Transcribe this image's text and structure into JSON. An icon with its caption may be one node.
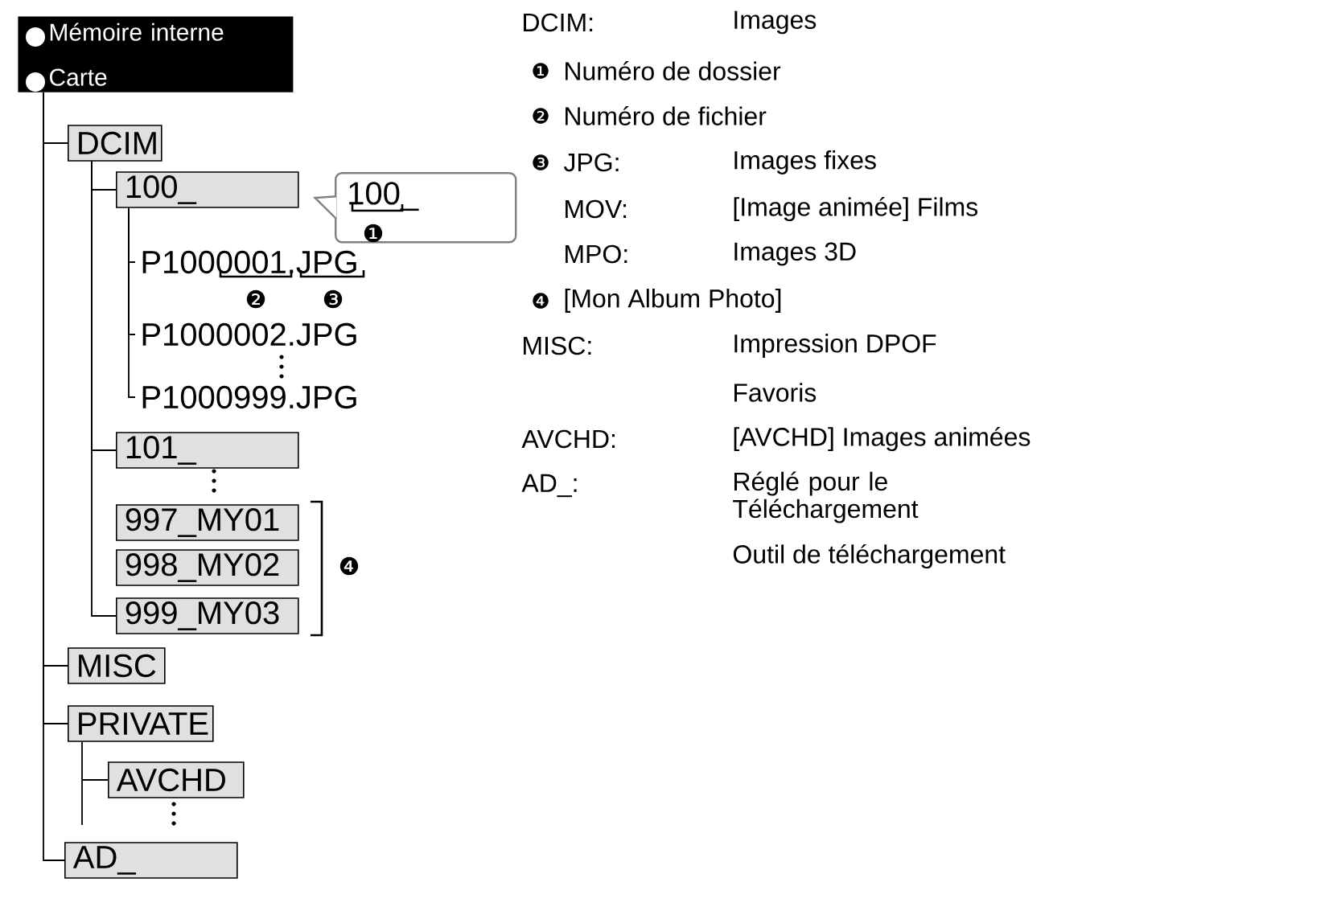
{
  "diagram": {
    "nodes": [
      {
        "text": [
          "Mémoire interne",
          "Carte"
        ]
      },
      {
        "text": [
          "DCIM"
        ]
      },
      {
        "text": [
          "100_"
        ]
      },
      {
        "text": [
          "P1000001.JPG"
        ]
      },
      {
        "text": [
          "P1000002.JPG"
        ]
      },
      {
        "text": [
          "P1000999.JPG"
        ]
      },
      {
        "text": [
          "101_"
        ]
      },
      {
        "text": [
          "997_MY01"
        ]
      },
      {
        "text": [
          "998_MY02"
        ]
      },
      {
        "text": [
          "999_MY03"
        ]
      },
      {
        "text": [
          "MISC"
        ]
      },
      {
        "text": [
          "PRIVATE"
        ]
      },
      {
        "text": [
          "AVCHD"
        ]
      },
      {
        "text": [
          "AD_"
        ]
      },
      {
        "text": [
          "100_"
        ]
      }
    ],
    "edges": [
      {
        "from": 0,
        "to": 1,
        "arrow": "none"
      },
      {
        "from": 1,
        "to": 2,
        "arrow": "none"
      },
      {
        "from": 2,
        "to": 3,
        "arrow": "none"
      },
      {
        "from": 2,
        "to": 4,
        "arrow": "none"
      },
      {
        "from": 2,
        "to": 5,
        "arrow": "none"
      },
      {
        "from": 1,
        "to": 6,
        "arrow": "none"
      },
      {
        "from": 1,
        "to": 9,
        "arrow": "none"
      },
      {
        "from": 0,
        "to": 10,
        "arrow": "none"
      },
      {
        "from": 0,
        "to": 11,
        "arrow": "none"
      },
      {
        "from": 11,
        "to": 12,
        "arrow": "none"
      },
      {
        "from": 0,
        "to": 13,
        "arrow": "none"
      },
      {
        "from": 14,
        "to": 2,
        "arrow": "to",
        "color": "#808080"
      }
    ],
    "labels": [
      "❶",
      "❷",
      "❸",
      "❹",
      "DCIM:",
      "Images",
      "❶",
      "Numéro de dossier",
      "❷",
      "Numéro de fichier",
      "❸",
      "JPG:",
      "Images fixes",
      "MOV:",
      "[Image animée] Films",
      "MPO:",
      "Images 3D",
      "❹",
      "[Mon Album Photo]",
      "MISC:",
      "Impression DPOF",
      "Favoris",
      "AVCHD:",
      "[AVCHD] Images animées",
      "AD_:",
      "Réglé pour le Téléchargement",
      "Outil de téléchargement"
    ]
  }
}
